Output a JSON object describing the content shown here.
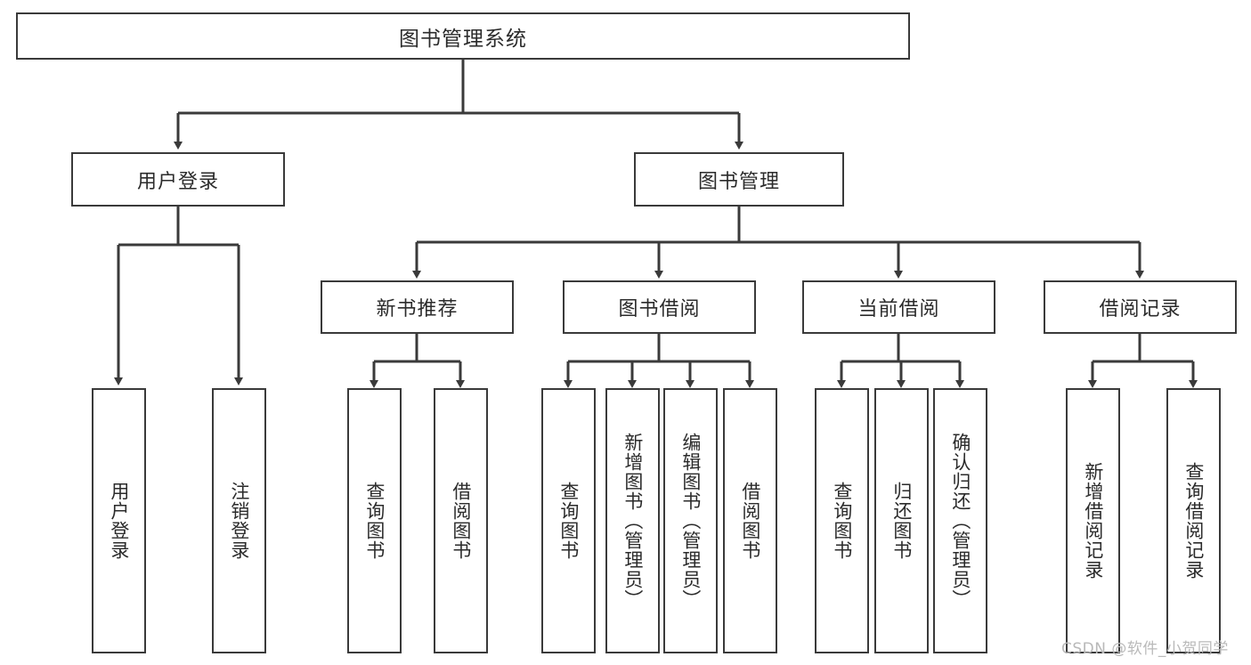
{
  "diagram": {
    "title": "图书管理系统",
    "watermark": "CSDN @软件_小贺同学",
    "colors": {
      "border": "#3a3a3a",
      "text": "#2b2b2b",
      "background": "#ffffff",
      "watermark": "#b9b9b9"
    },
    "root": {
      "label": "图书管理系统"
    },
    "level2": [
      {
        "label": "用户登录"
      },
      {
        "label": "图书管理"
      }
    ],
    "level3": [
      {
        "label": "新书推荐"
      },
      {
        "label": "图书借阅"
      },
      {
        "label": "当前借阅"
      },
      {
        "label": "借阅记录"
      }
    ],
    "leaves": {
      "user_login": [
        {
          "label": "用户登录"
        },
        {
          "label": "注销登录"
        }
      ],
      "new_book_recommend": [
        {
          "label": "查询图书"
        },
        {
          "label": "借阅图书"
        }
      ],
      "book_borrow": [
        {
          "label": "查询图书"
        },
        {
          "label": "新增图书（管理员）"
        },
        {
          "label": "编辑图书（管理员）"
        },
        {
          "label": "借阅图书"
        }
      ],
      "current_borrow": [
        {
          "label": "查询图书"
        },
        {
          "label": "归还图书"
        },
        {
          "label": "确认归还（管理员）"
        }
      ],
      "borrow_record": [
        {
          "label": "新增借阅记录"
        },
        {
          "label": "查询借阅记录"
        }
      ]
    }
  }
}
